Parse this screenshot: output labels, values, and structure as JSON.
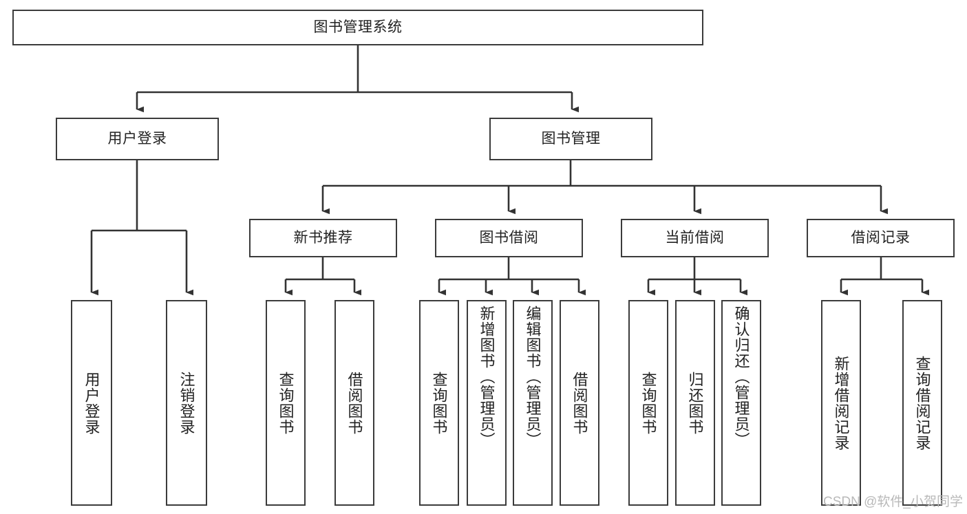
{
  "diagram": {
    "title": "图书管理系统",
    "type": "tree",
    "root": {
      "label": "图书管理系统"
    },
    "level2": [
      {
        "label": "用户登录"
      },
      {
        "label": "图书管理"
      }
    ],
    "level3": [
      {
        "label": "新书推荐"
      },
      {
        "label": "图书借阅"
      },
      {
        "label": "当前借阅"
      },
      {
        "label": "借阅记录"
      }
    ],
    "leaves": {
      "user_login": [
        {
          "label": "用户登录"
        },
        {
          "label": "注销登录"
        }
      ],
      "new_book_recommend": [
        {
          "label": "查询图书"
        },
        {
          "label": "借阅图书"
        }
      ],
      "book_borrow": [
        {
          "label": "查询图书"
        },
        {
          "label": "新增图书（管理员）"
        },
        {
          "label": "编辑图书（管理员）"
        },
        {
          "label": "借阅图书"
        }
      ],
      "current_borrow": [
        {
          "label": "查询图书"
        },
        {
          "label": "归还图书"
        },
        {
          "label": "确认归还（管理员）"
        }
      ],
      "borrow_record": [
        {
          "label": "新增借阅记录"
        },
        {
          "label": "查询借阅记录"
        }
      ]
    }
  },
  "watermark": {
    "text": "CSDN @软件_小贺同学"
  },
  "colors": {
    "box_border": "#3b3b3b",
    "box_fill": "#ffffff",
    "edge": "#333333",
    "text": "#222222",
    "watermark": "#b9b9b9"
  }
}
